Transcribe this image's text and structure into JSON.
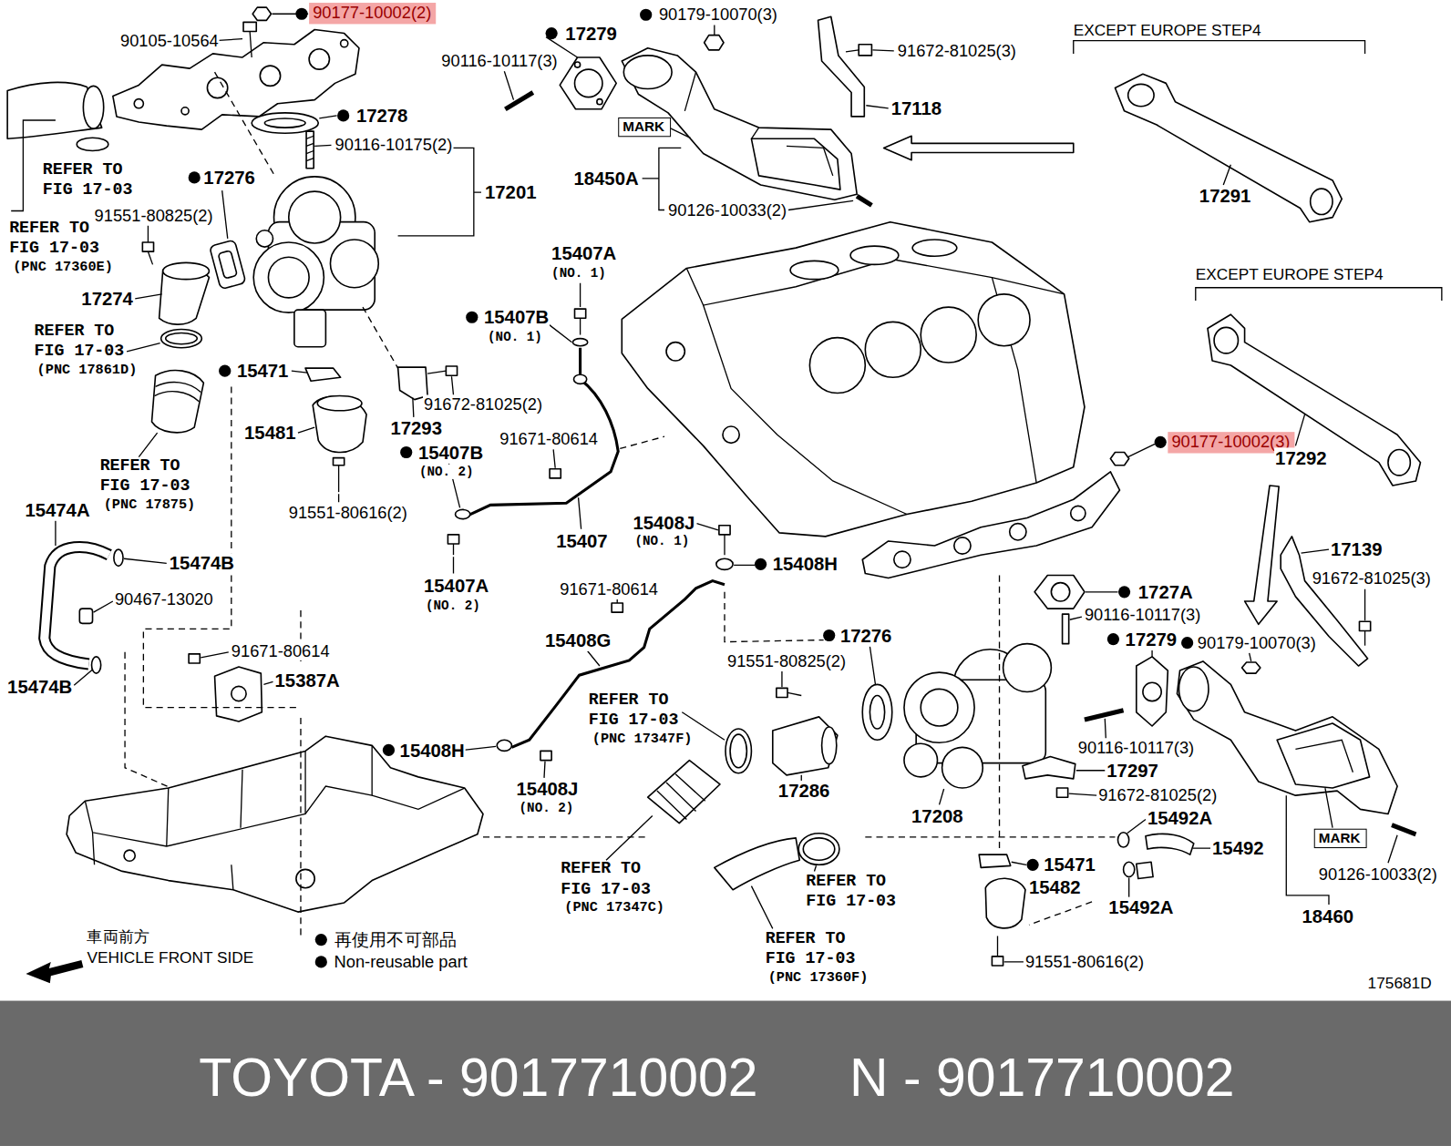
{
  "diagram": {
    "nodes": [
      {
        "text": [
          "90177-10002(2)"
        ]
      },
      {
        "text": [
          "MARK"
        ]
      },
      {
        "text": [
          "90177-10002(3)"
        ]
      },
      {
        "text": [
          "MARK"
        ]
      },
      {
        "text": [
          "TOYOTA - 9017710002",
          "N - 9017710002"
        ]
      }
    ],
    "labels": [
      "90105-10564",
      "17279",
      "90179-10070(3)",
      "90116-10117(3)",
      "91672-81025(3)",
      "EXCEPT EUROPE STEP4",
      "17278",
      "17118",
      "90116-10175(2)",
      "REFER TO FIG 17-03",
      "17276",
      "17201",
      "18450A",
      "90126-10033(2)",
      "17291",
      "91551-80825(2)",
      "REFER TO FIG 17-03",
      "(PNC 17360E)",
      "15407A",
      "(NO. 1)",
      "EXCEPT EUROPE STEP4",
      "17274",
      "15407B",
      "(NO. 1)",
      "REFER TO FIG 17-03",
      "(PNC 17861D)",
      "15471",
      "91672-81025(2)",
      "17293",
      "15481",
      "91671-80614",
      "17292",
      "15407B",
      "(NO. 2)",
      "REFER TO FIG 17-03",
      "(PNC 17875)",
      "91551-80616(2)",
      "15474A",
      "15408J",
      "(NO. 1)",
      "15407",
      "17139",
      "15474B",
      "15408H",
      "91672-81025(3)",
      "15407A",
      "(NO. 2)",
      "91671-80614",
      "1727A",
      "90467-13020",
      "90116-10117(3)",
      "15408G",
      "17276",
      "17279",
      "90179-10070(3)",
      "91671-80614",
      "91551-80825(2)",
      "15387A",
      "15474B",
      "REFER TO FIG 17-03",
      "(PNC 17347F)",
      "90116-10117(3)",
      "15408H",
      "17297",
      "17286",
      "15408J",
      "(NO. 2)",
      "91672-81025(2)",
      "17208",
      "15492A",
      "15492",
      "REFER TO FIG 17-03",
      "(PNC 17347C)",
      "15471",
      "90126-10033(2)",
      "REFER TO FIG 17-03",
      "15482",
      "15492A",
      "18460",
      "車両前方",
      "REFER TO FIG 17-03",
      "VEHICLE FRONT SIDE",
      "91551-80616(2)",
      "(PNC 17360F)",
      "175681D"
    ],
    "legend": [
      {
        "text": "再使用不可部品"
      },
      {
        "text": "Non-reusable part"
      }
    ]
  }
}
